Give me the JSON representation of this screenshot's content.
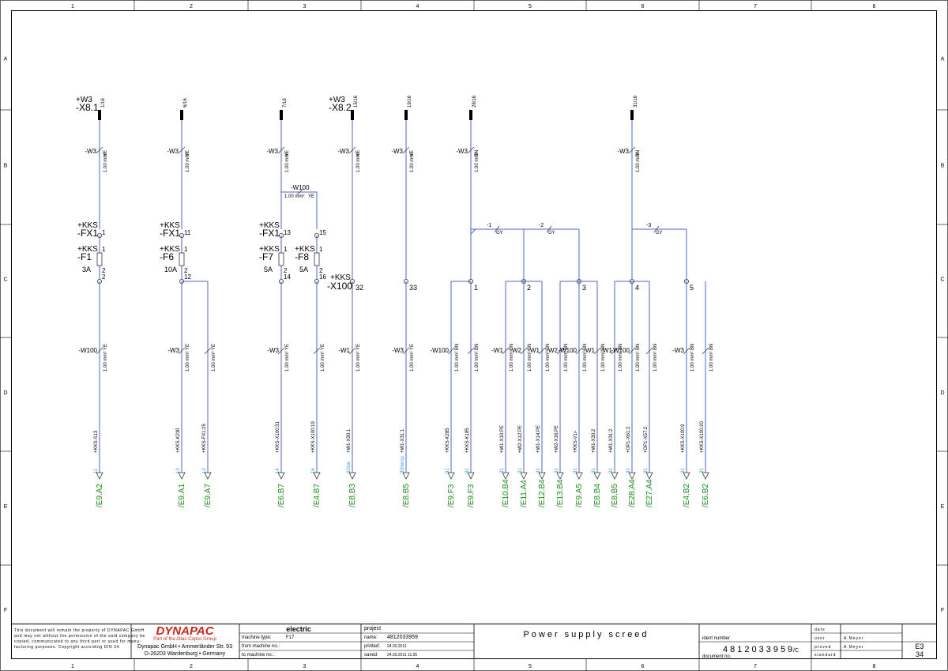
{
  "grid": {
    "columns": [
      "1",
      "2",
      "3",
      "4",
      "5",
      "6",
      "7",
      "8"
    ],
    "rows": [
      "A",
      "B",
      "C",
      "D",
      "E",
      "F"
    ]
  },
  "colors": {
    "wire": "#4a64c8",
    "ref": "#1a8a1a",
    "frame": "#000000",
    "logo": "#c8281e"
  },
  "top_terminals": [
    {
      "loc": "+W3",
      "name": "-X8.1",
      "pin": "1/16"
    },
    {
      "pin": "6/16"
    },
    {
      "pin": "7/16"
    },
    {
      "loc": "+W3",
      "name": "-X8.2",
      "pin": "15/16"
    },
    {
      "pin": "19/16"
    },
    {
      "pin": "28/16"
    },
    {
      "pin": "31/16"
    }
  ],
  "cable_labels": [
    "-W3",
    "-W3",
    "-W3",
    "-W3",
    "-W3",
    "-W3",
    "-W3"
  ],
  "wire_spec_top": [
    {
      "size": "1.00 mm²",
      "color": "YE"
    },
    {
      "size": "1.00 mm²",
      "color": "YE"
    },
    {
      "size": "1.00 mm²",
      "color": "YE"
    },
    {
      "size": "1.00 mm²",
      "color": "YE"
    },
    {
      "size": "1.00 mm²",
      "color": "YE"
    },
    {
      "size": "1.00 mm²",
      "color": "BN"
    },
    {
      "size": "1.00 mm²",
      "color": "BN"
    }
  ],
  "w100_bridge": {
    "cable": "-W100",
    "size": "1.00 mm²",
    "color": "YE"
  },
  "fuse_holders": [
    {
      "loc": "+KKS",
      "name": "-FX1",
      "pin_top": "1"
    },
    {
      "loc": "+KKS",
      "name": "-FX1",
      "pin_top": "11"
    },
    {
      "loc": "+KKS",
      "name": "-FX1",
      "pin_top": "13"
    },
    {
      "pin_top": "15"
    }
  ],
  "fuses": [
    {
      "loc": "+KKS",
      "name": "-F1",
      "rating": "3A",
      "p1": "1",
      "p2": "2",
      "p3": "2"
    },
    {
      "loc": "+KKS",
      "name": "-F6",
      "rating": "10A",
      "p1": "1",
      "p2": "2",
      "p3": "12"
    },
    {
      "loc": "+KKS",
      "name": "-F7",
      "rating": "5A",
      "p1": "1",
      "p2": "2",
      "p3": "14"
    },
    {
      "loc": "+KKS",
      "name": "-F8",
      "rating": "5A",
      "p1": "1",
      "p2": "2",
      "p3": "16"
    }
  ],
  "x100": {
    "loc": "+KKS",
    "name": "-X100",
    "pins": [
      "32",
      "33",
      "1",
      "2",
      "3",
      "4",
      "5"
    ]
  },
  "bridges": [
    {
      "num": "-1",
      "color": "GY"
    },
    {
      "num": "-2",
      "color": "GY"
    },
    {
      "num": "-3",
      "color": "GY"
    }
  ],
  "outputs": [
    {
      "cable": "-W100",
      "color": "YE",
      "target": "+KKS-S13",
      "num": "11",
      "ref": "/E9.A2"
    },
    {
      "cable": "-W3",
      "color": "YE",
      "target": "+KKS-K230",
      "num": "12",
      "ref": "/E9.A1"
    },
    {
      "cable": "",
      "color": "YE",
      "target": "+KKS-FX1:25",
      "num": "12",
      "ref": "/E9.A7"
    },
    {
      "cable": "-W3",
      "color": "YE",
      "target": "+KKS-X100:31",
      "num": "14",
      "ref": "/E6.B7"
    },
    {
      "cable": "",
      "color": "YE",
      "target": "+KKS-X100:19",
      "num": "16",
      "ref": "/E4.B7"
    },
    {
      "cable": "-W1",
      "color": "YE",
      "target": "+W1-X30:1",
      "num": "32/pe",
      "ref": "/E8.B3"
    },
    {
      "cable": "-W3",
      "color": "YE",
      "target": "+W1-X31:1",
      "num": "33/temp",
      "ref": "/E8.B5"
    },
    {
      "cable": "-W100",
      "color": "BN",
      "target": "+KKS-K285",
      "num": "31",
      "ref": "/E9.F3"
    },
    {
      "cable": "",
      "color": "BN",
      "target": "+KKS-K185",
      "num": "31",
      "ref": "/E9.F3"
    },
    {
      "cable": "-W1",
      "color": "BN",
      "target": "+W1-X10:PE",
      "num": "31",
      "ref": "/E10.B4"
    },
    {
      "cable": "-W2",
      "color": "BN",
      "target": "+W2-X12:PE",
      "num": "31",
      "ref": "/E11.A4"
    },
    {
      "cable": "-W1",
      "color": "BN",
      "target": "+W1-X14:PE",
      "num": "31",
      "ref": "/E12.B4"
    },
    {
      "cable": "-W2",
      "color": "BN",
      "target": "+W2-X16:PE",
      "num": "31",
      "ref": "/E13.B4"
    },
    {
      "cable": "-W100",
      "color": "BN",
      "target": "+KKS-V1/-",
      "num": "31",
      "ref": "/E9.A5"
    },
    {
      "cable": "-W1",
      "color": "BN",
      "target": "+W1-X30:2",
      "num": "31",
      "ref": "/E8.B4"
    },
    {
      "cable": "-W1",
      "color": "BN",
      "target": "+W1-X31:2",
      "num": "31",
      "ref": "/E8.B5"
    },
    {
      "cable": "-W100",
      "color": "BN",
      "target": "+OP1-X61:2",
      "num": "31",
      "ref": "/E28.A4"
    },
    {
      "cable": "",
      "color": "BN",
      "target": "+OP1-X57:2",
      "num": "31",
      "ref": "/E27.A4"
    },
    {
      "cable": "-W3",
      "color": "BN",
      "target": "+KKS-X100:9",
      "num": "31",
      "ref": "/E4.B2"
    },
    {
      "cable": "",
      "color": "BN",
      "target": "+KKS-X100:20",
      "num": "31",
      "ref": "/E6.B2"
    }
  ],
  "wire_size_lower": "1.00 mm²",
  "title_block": {
    "disclaimer": [
      "This document will remain the property of DYNAPAC GmbH",
      "and may not without the permission of the said company be",
      "copied, communicated to any third part or used for manu-",
      "facturing purposes. Copyright according DIN 34."
    ],
    "logo": "DYNAPAC",
    "logo_sub": "Part of the Atlas Copco Group",
    "company": "Dynapac GmbH • Ammerländer Str. 93",
    "address": "D-26203 Wardenburg • Germany",
    "section": "electric",
    "machine_type_label": "machine type:",
    "machine_type": "F17",
    "from_machine_label": "from machine no.:",
    "to_machine_label": "to machine no.:",
    "project_label": "project",
    "name_label": "name:",
    "name": "4812033959",
    "printed_label": "printed:",
    "printed": "24.03.2011",
    "saved_label": "saved:",
    "saved": "24.03.2011  11:35",
    "drawing_title": "Power supply screed",
    "ident_label": "ident number",
    "ident": "4812033959",
    "ident_suffix": "/C",
    "docno_label": "document no.",
    "date_label": "date",
    "user_label": "user",
    "user": "A.Meyer",
    "proved_label": "proved",
    "proved": "A.Meyer",
    "standard_label": "standard",
    "sheet": "E3",
    "page": "34"
  }
}
